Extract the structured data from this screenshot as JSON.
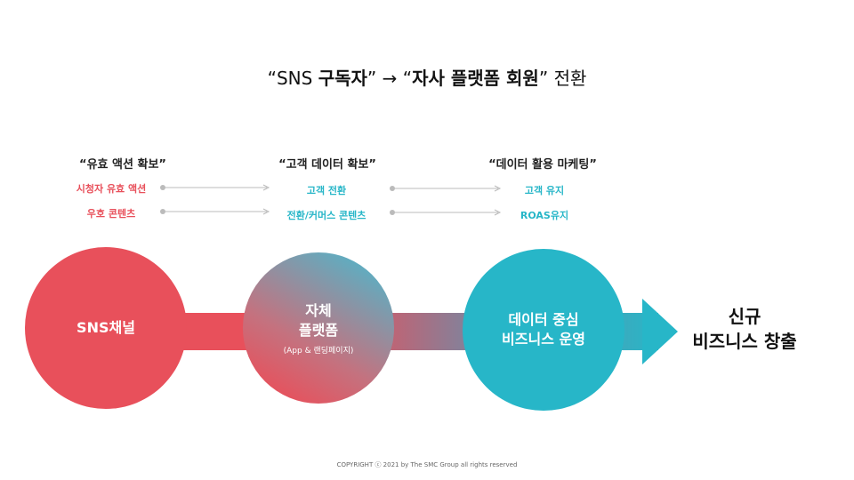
{
  "title": {
    "part1": "“SNS ",
    "part1_bold": "구독자",
    "part2": "” → “",
    "part2_bold": "자사 플랫폼 회원",
    "part3": "” 전환"
  },
  "columns": [
    {
      "heading": "“유효 액션 확보”",
      "items": [
        "시청자 유효 액션",
        "우호 콘텐츠"
      ]
    },
    {
      "heading": "“고객 데이터 확보”",
      "items": [
        "고객 전환",
        "전환/커머스 콘텐츠"
      ]
    },
    {
      "heading": "“데이터 활용 마케팅”",
      "items": [
        "고객 유지",
        "ROAS유지"
      ]
    }
  ],
  "circles": [
    {
      "label": "SNS채널"
    },
    {
      "label_line1": "자체",
      "label_line2": "플랫폼",
      "sub": "(App & 랜딩페이지)"
    },
    {
      "label_line1": "데이터 중심",
      "label_line2": "비즈니스 운영"
    }
  ],
  "final": {
    "line1": "신규",
    "line2": "비즈니스 창출"
  },
  "copyright": "COPYRIGHT ⓒ 2021 by The SMC Group all rights reserved",
  "colors": {
    "red": "#e8505b",
    "teal": "#27b6c8",
    "connector_gray": "#bbbbbb"
  }
}
